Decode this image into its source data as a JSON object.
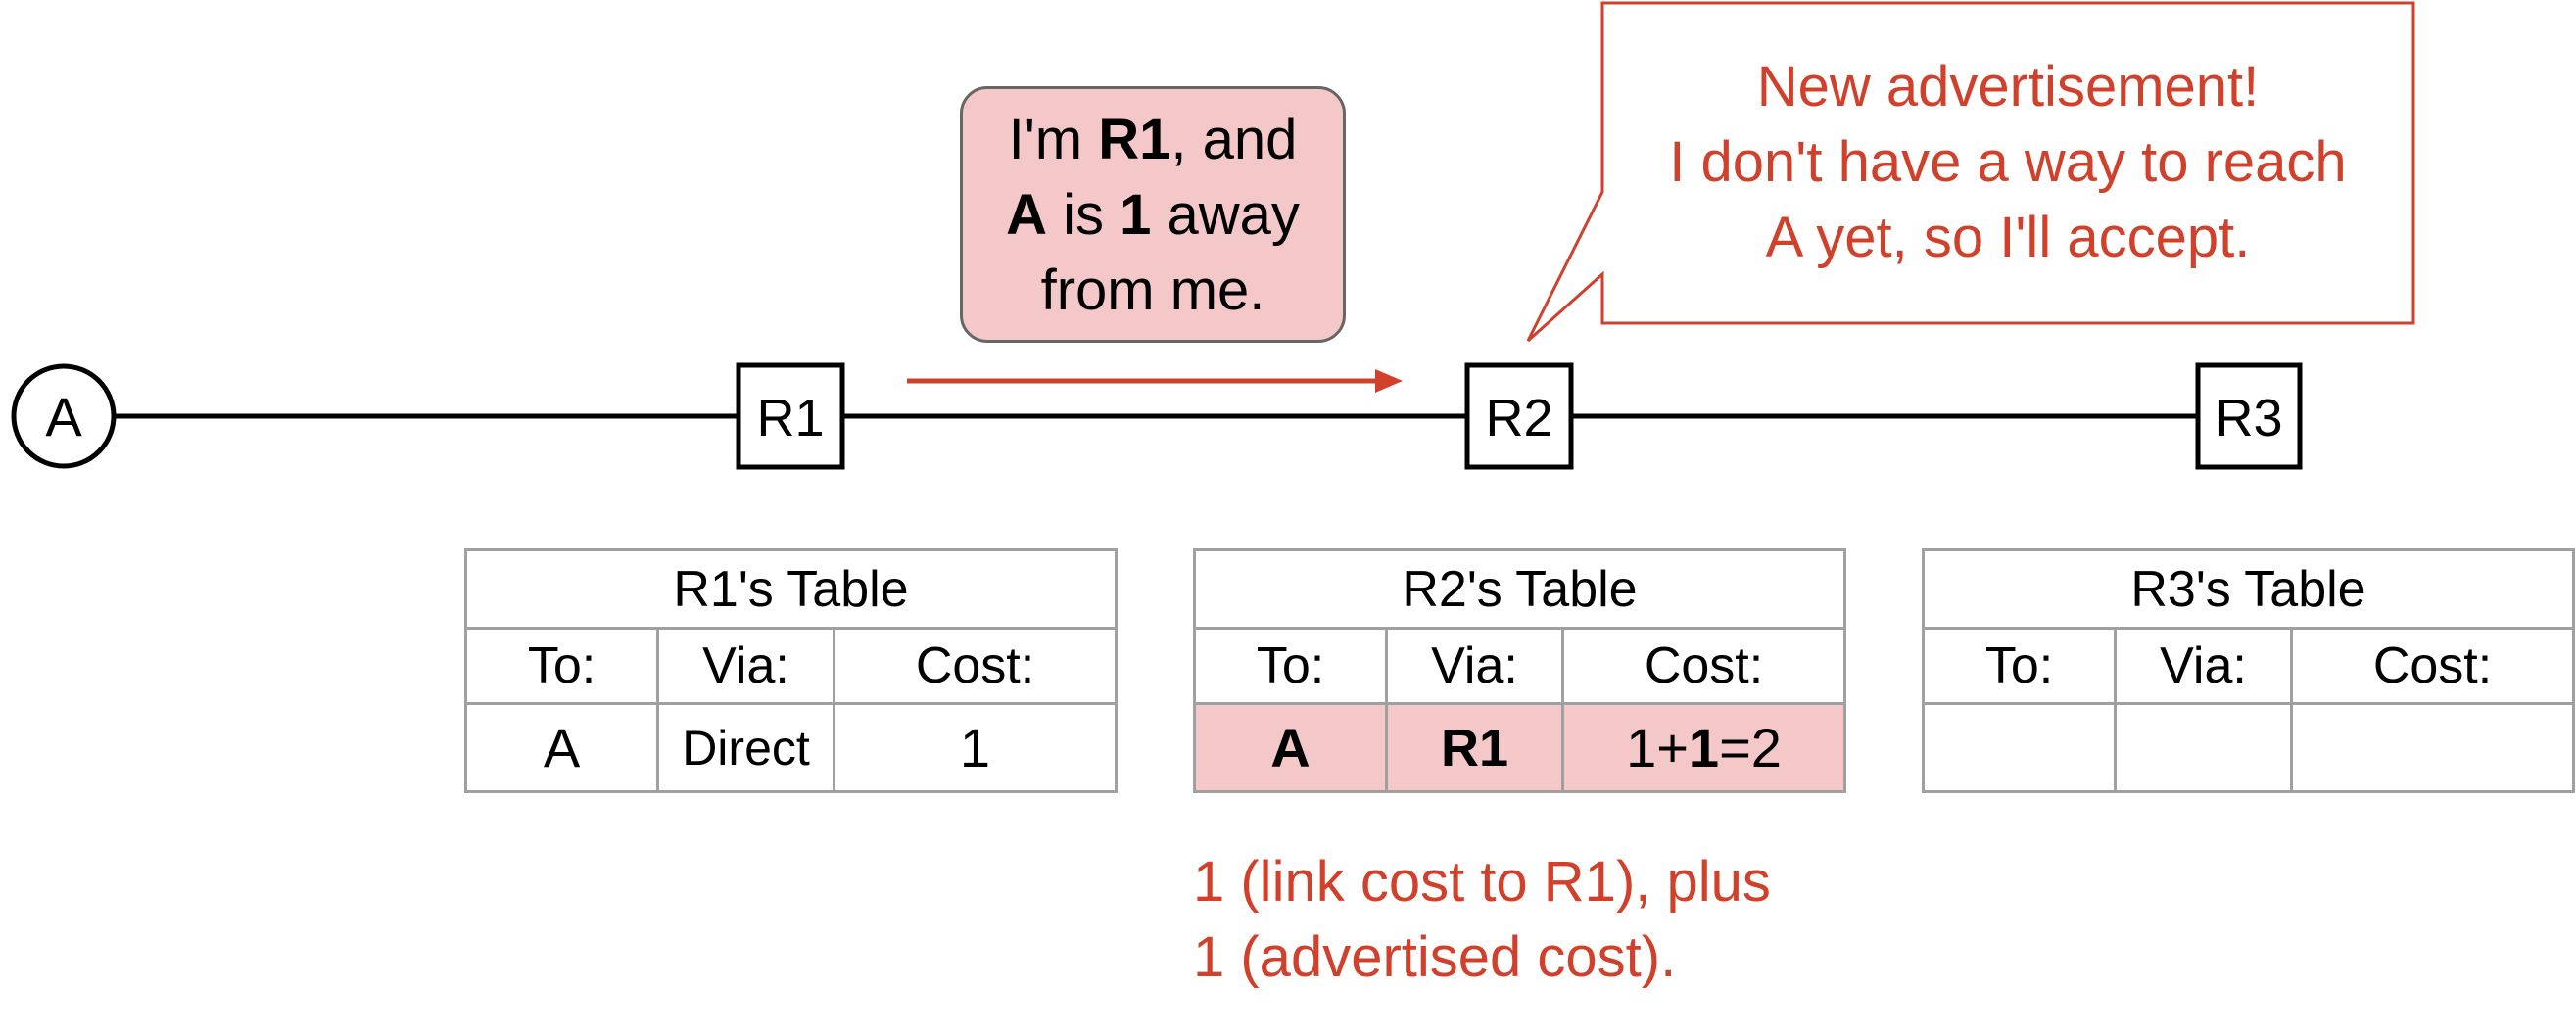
{
  "nodes": {
    "host_a": "A",
    "r1": "R1",
    "r2": "R2",
    "r3": "R3"
  },
  "bubble": {
    "line1_pre": "I'm ",
    "line1_bold": "R1",
    "line1_post": ", and",
    "line2_bold_a": "A",
    "line2_mid": " is ",
    "line2_bold_cost": "1",
    "line2_post": " away",
    "line3": "from me."
  },
  "callout": {
    "line1": "New advertisement!",
    "line2": "I don't have a way to reach",
    "line3": "A yet, so I'll accept."
  },
  "tables": {
    "r1": {
      "title": "R1's Table",
      "headers": [
        "To:",
        "Via:",
        "Cost:"
      ],
      "row": [
        "A",
        "Direct",
        "1"
      ]
    },
    "r2": {
      "title": "R2's Table",
      "headers": [
        "To:",
        "Via:",
        "Cost:"
      ],
      "row_to": "A",
      "row_via": "R1",
      "cost_pre": "1+",
      "cost_bold": "1",
      "cost_post": "=2"
    },
    "r3": {
      "title": "R3's Table",
      "headers": [
        "To:",
        "Via:",
        "Cost:"
      ],
      "row": [
        "",
        "",
        ""
      ]
    }
  },
  "note": {
    "line1": "1 (link cost to R1), plus",
    "line2": "1 (advertised cost)."
  },
  "colors": {
    "accent_red": "#d0402a",
    "highlight_pink": "#f4c7c8",
    "table_border": "#a0a0a0"
  }
}
